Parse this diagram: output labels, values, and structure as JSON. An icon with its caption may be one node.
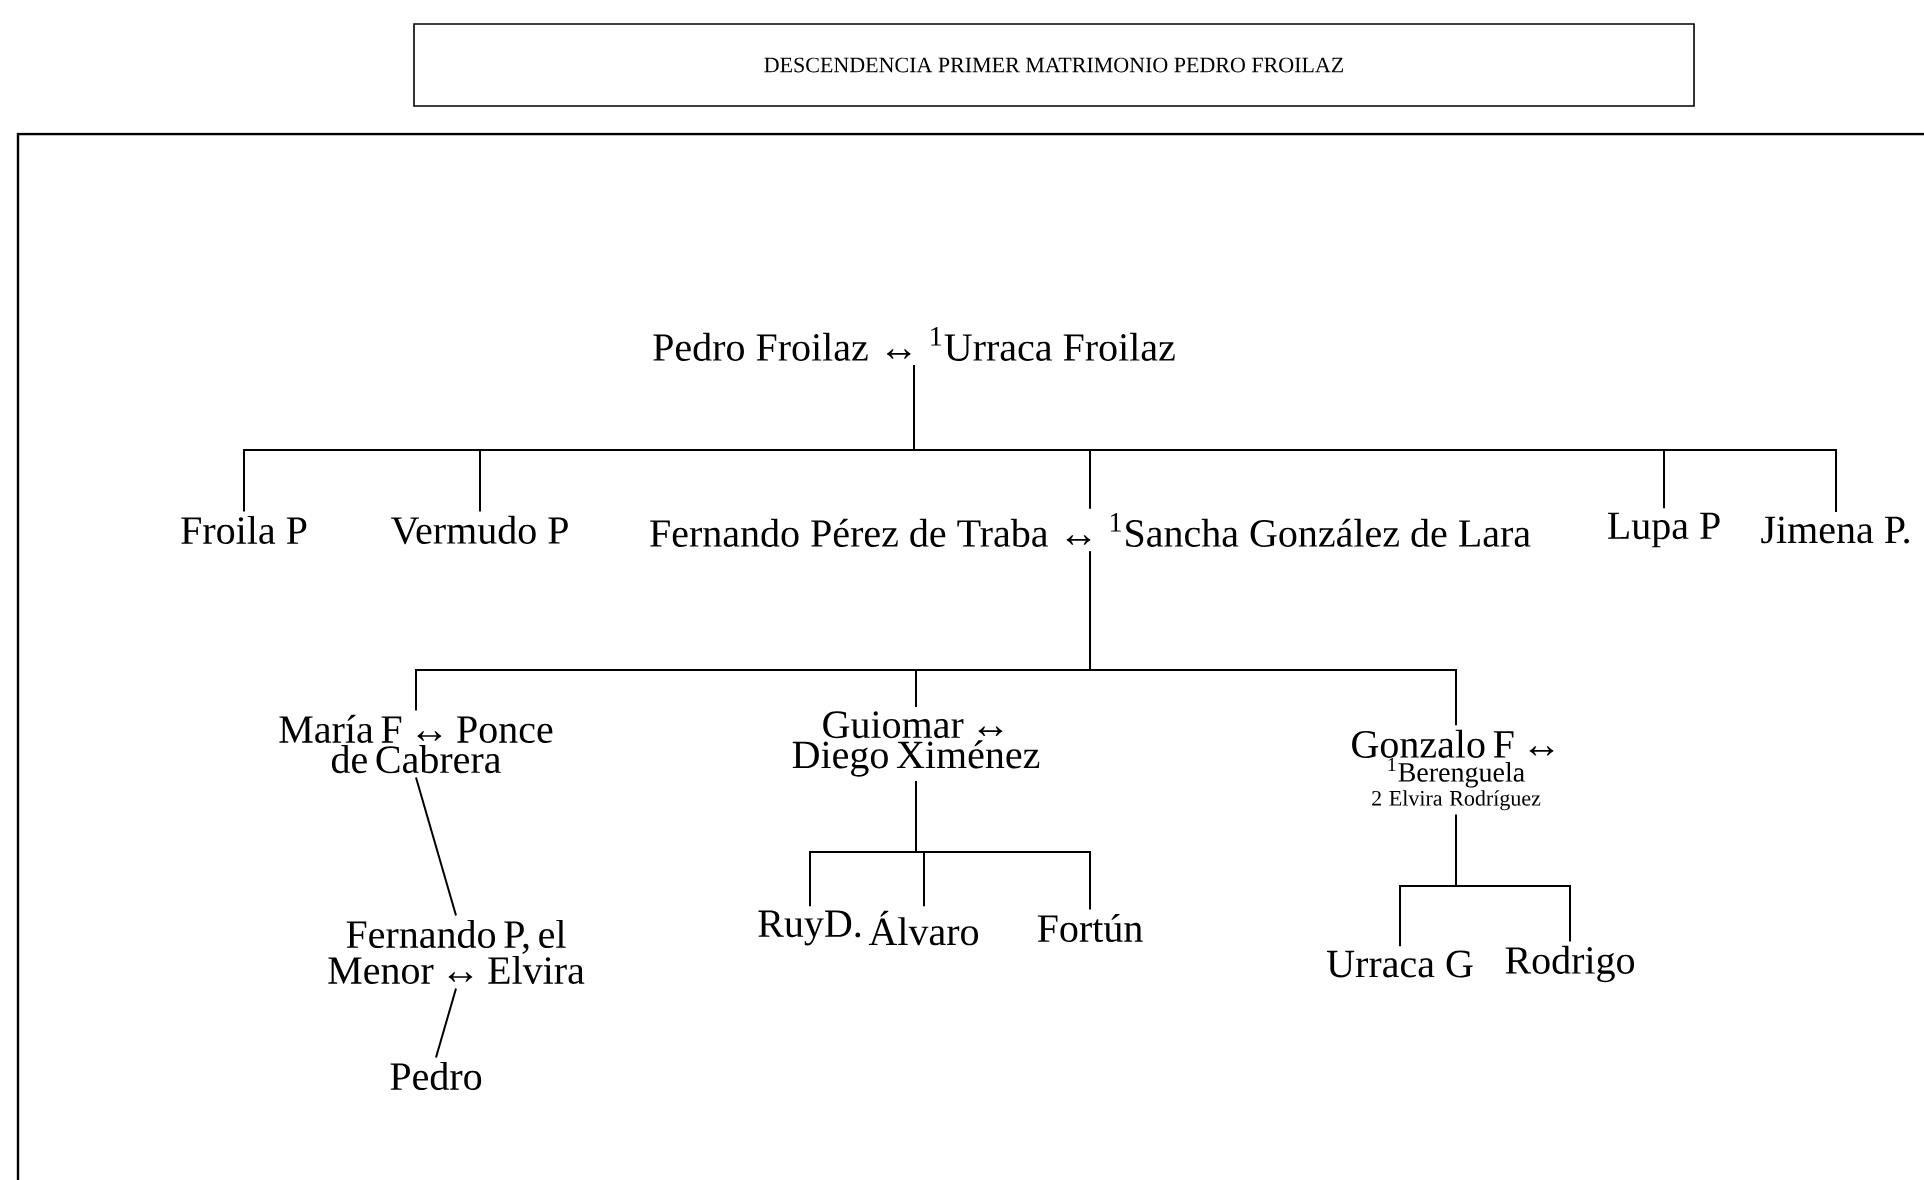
{
  "diagram": {
    "title": "DESCENDENCIA PRIMER MATRIMONIO PEDRO FROILAZ",
    "nodes": [
      {
        "text": [
          "Pedro Froilaz ↔ $^{1}$Urraca Froilaz"
        ]
      },
      {
        "text": [
          "Froila P"
        ]
      },
      {
        "text": [
          "Vermudo P"
        ]
      },
      {
        "text": [
          "Fernando Pérez de Traba ↔ $^{1}$Sancha González de Lara"
        ]
      },
      {
        "text": [
          "Lupa P"
        ]
      },
      {
        "text": [
          "Jimena P."
        ]
      },
      {
        "text": [
          "María F ↔ Ponce de Cabrera"
        ]
      },
      {
        "text": [
          "Guiomar ↔ Diego Ximénez"
        ]
      },
      {
        "text": [
          "Gonzalo F ↔",
          "$^{1}$Berenguela",
          "2 Elvira Rodríguez"
        ]
      },
      {
        "text": [
          "Fernando P, el Menor ↔ Elvira"
        ]
      },
      {
        "text": [
          "Pedro"
        ]
      },
      {
        "text": [
          "RuyD."
        ]
      },
      {
        "text": [
          "Álvaro"
        ]
      },
      {
        "text": [
          "Fortún"
        ]
      },
      {
        "text": [
          "Urraca G"
        ]
      },
      {
        "text": [
          "Rodrigo"
        ]
      }
    ],
    "edges": [
      {
        "from": 0,
        "to": 1,
        "arrow": "none"
      },
      {
        "from": 0,
        "to": 2,
        "arrow": "none"
      },
      {
        "from": 0,
        "to": 3,
        "arrow": "none"
      },
      {
        "from": 0,
        "to": 4,
        "arrow": "none"
      },
      {
        "from": 0,
        "to": 5,
        "arrow": "none"
      },
      {
        "from": 3,
        "to": 6,
        "arrow": "none"
      },
      {
        "from": 3,
        "to": 7,
        "arrow": "none"
      },
      {
        "from": 3,
        "to": 8,
        "arrow": "none"
      },
      {
        "from": 6,
        "to": 9,
        "arrow": "none"
      },
      {
        "from": 9,
        "to": 10,
        "arrow": "none"
      },
      {
        "from": 7,
        "to": 11,
        "arrow": "none"
      },
      {
        "from": 7,
        "to": 12,
        "arrow": "none"
      },
      {
        "from": 7,
        "to": 13,
        "arrow": "none"
      },
      {
        "from": 8,
        "to": 14,
        "arrow": "none"
      },
      {
        "from": 8,
        "to": 15,
        "arrow": "none"
      }
    ]
  }
}
